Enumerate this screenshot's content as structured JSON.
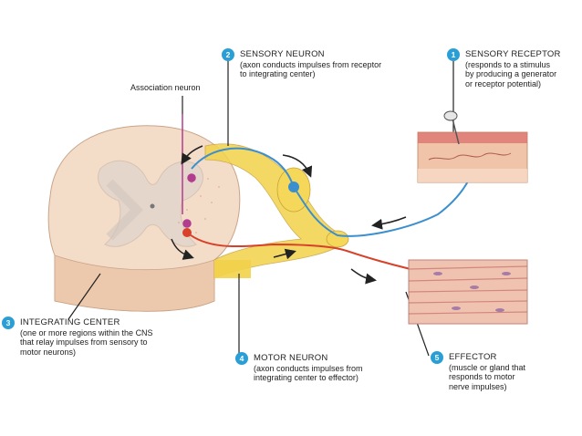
{
  "colors": {
    "badge": "#2a9fd6",
    "sensory_neuron": "#3b8fcf",
    "motor_neuron": "#d8402a",
    "nerve_sheath": "#f2d24a",
    "spinal_cord": "#f3dcc8",
    "gray_matter": "#e9ddd2"
  },
  "labels": {
    "association": "Association neuron",
    "sensory_neuron": {
      "number": "2",
      "title": "SENSORY NEURON",
      "desc_lines": [
        "(axon conducts impulses from receptor",
        "to integrating center)"
      ]
    },
    "sensory_receptor": {
      "number": "1",
      "title": "SENSORY RECEPTOR",
      "desc_lines": [
        "(responds to a stimulus",
        "by producing a generator",
        "or receptor potential)"
      ]
    },
    "integrating_center": {
      "number": "3",
      "title": "INTEGRATING CENTER",
      "desc_lines": [
        "(one or more regions within the CNS",
        "that relay impulses from sensory to",
        "motor neurons)"
      ]
    },
    "motor_neuron": {
      "number": "4",
      "title": "MOTOR NEURON",
      "desc_lines": [
        "(axon conducts impulses from",
        "integrating center to effector)"
      ]
    },
    "effector": {
      "number": "5",
      "title": "EFFECTOR",
      "desc_lines": [
        "(muscle or gland that",
        "responds to motor",
        "nerve impulses)"
      ]
    }
  }
}
